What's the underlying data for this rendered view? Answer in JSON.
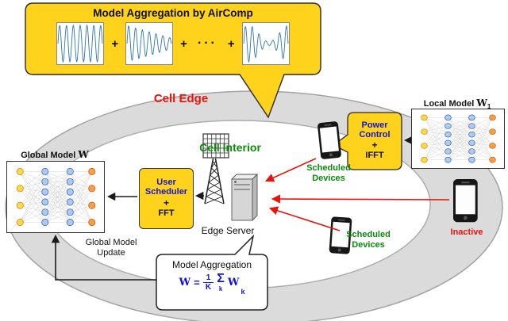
{
  "colors": {
    "yellow": "#FFD21C",
    "red": "#E8140C",
    "green": "#0B8A0B",
    "blue": "#1313CF",
    "wave": "#2E75B6"
  },
  "aircomp": {
    "title": "Model Aggregation by AirComp",
    "plus": "+",
    "dots": "···"
  },
  "regions": {
    "cell_edge": "Cell Edge",
    "cell_interior": "Cell Interior"
  },
  "global_model": {
    "label": "Global Model",
    "symbol": "W"
  },
  "local_model": {
    "label": "Local Model",
    "symbol": "W",
    "subscript": "1"
  },
  "user_scheduler": {
    "title": "User Scheduler",
    "plus": "+",
    "subtitle": "FFT"
  },
  "power_control": {
    "title": "Power Control",
    "plus": "+",
    "subtitle": "IFFT"
  },
  "edge_server": {
    "label": "Edge Server"
  },
  "devices": {
    "scheduled_1": "Scheduled Devices",
    "scheduled_2": "Scheduled Devices",
    "inactive": "Inactive"
  },
  "update": {
    "label": "Global Model Update"
  },
  "aggregation": {
    "title": "Model Aggregation",
    "formula": {
      "lhs": "W",
      "eq": "=",
      "num": "1",
      "den": "K",
      "sum": "Σ",
      "sum_sub": "k",
      "rhs": "W",
      "rhs_sub": "k"
    }
  }
}
